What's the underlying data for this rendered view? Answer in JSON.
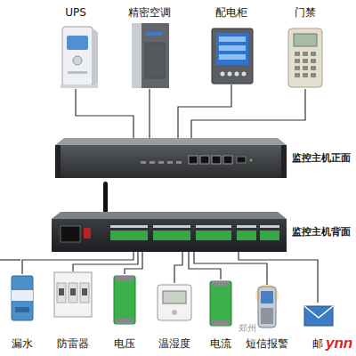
{
  "diagram": {
    "nodes": [
      {
        "text": [
          "UPS"
        ]
      },
      {
        "text": [
          "精密空调"
        ]
      },
      {
        "text": [
          "配电柜"
        ]
      },
      {
        "text": [
          "门禁"
        ]
      },
      {
        "text": [
          "监控主机正面"
        ]
      },
      {
        "text": [
          "监控主机背面"
        ]
      },
      {
        "text": [
          "漏水"
        ]
      },
      {
        "text": [
          "防雷器"
        ]
      },
      {
        "text": [
          "电压"
        ]
      },
      {
        "text": [
          "温湿度"
        ]
      },
      {
        "text": [
          "电流"
        ]
      },
      {
        "text": [
          "短信报警"
        ]
      },
      {
        "text": [
          "邮"
        ]
      }
    ],
    "edges": [
      {
        "from": 0,
        "to": 4,
        "arrow": "none"
      },
      {
        "from": 1,
        "to": 4,
        "arrow": "none"
      },
      {
        "from": 2,
        "to": 4,
        "arrow": "none"
      },
      {
        "from": 3,
        "to": 4,
        "arrow": "none"
      },
      {
        "from": 5,
        "to": 6,
        "arrow": "none"
      },
      {
        "from": 5,
        "to": 7,
        "arrow": "none"
      },
      {
        "from": 5,
        "to": 8,
        "arrow": "none"
      },
      {
        "from": 5,
        "to": 9,
        "arrow": "none"
      },
      {
        "from": 5,
        "to": 10,
        "arrow": "none"
      },
      {
        "from": 5,
        "to": 11,
        "arrow": "none"
      },
      {
        "from": 5,
        "to": 12,
        "arrow": "none"
      }
    ],
    "labels": [
      "郑州",
      "ynn"
    ]
  }
}
